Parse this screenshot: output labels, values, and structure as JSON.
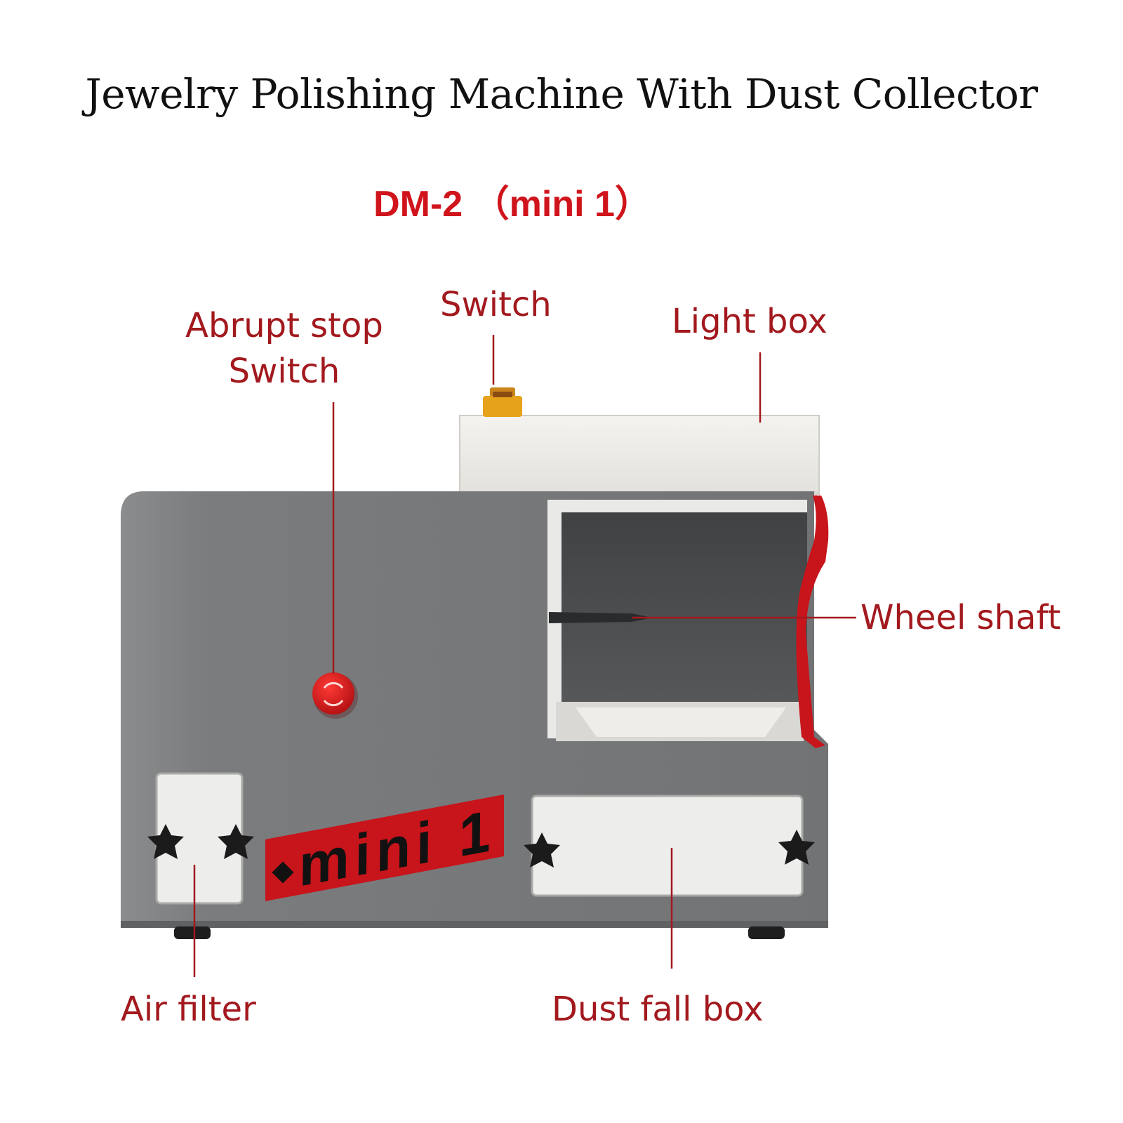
{
  "title": "Jewelry Polishing Machine With Dust Collector",
  "model": "DM-2 （mini 1）",
  "brand_plate": "mini 1",
  "labels": {
    "abrupt_stop_line1": "Abrupt stop",
    "abrupt_stop_line2": "Switch",
    "switch": "Switch",
    "light_box": "Light box",
    "wheel_shaft": "Wheel shaft",
    "air_filter": "Air filter",
    "dust_fall_box": "Dust fall box"
  },
  "colors": {
    "label_red": "#a2191e",
    "model_red": "#d0141c",
    "body_gray": "#7f8183",
    "panel_white": "#ededeb",
    "accent_red": "#c8141b",
    "switch_orange": "#e6a21a"
  },
  "icons": {
    "emergency_stop": "emergency-stop-button-icon",
    "knob": "star-knob-icon"
  }
}
